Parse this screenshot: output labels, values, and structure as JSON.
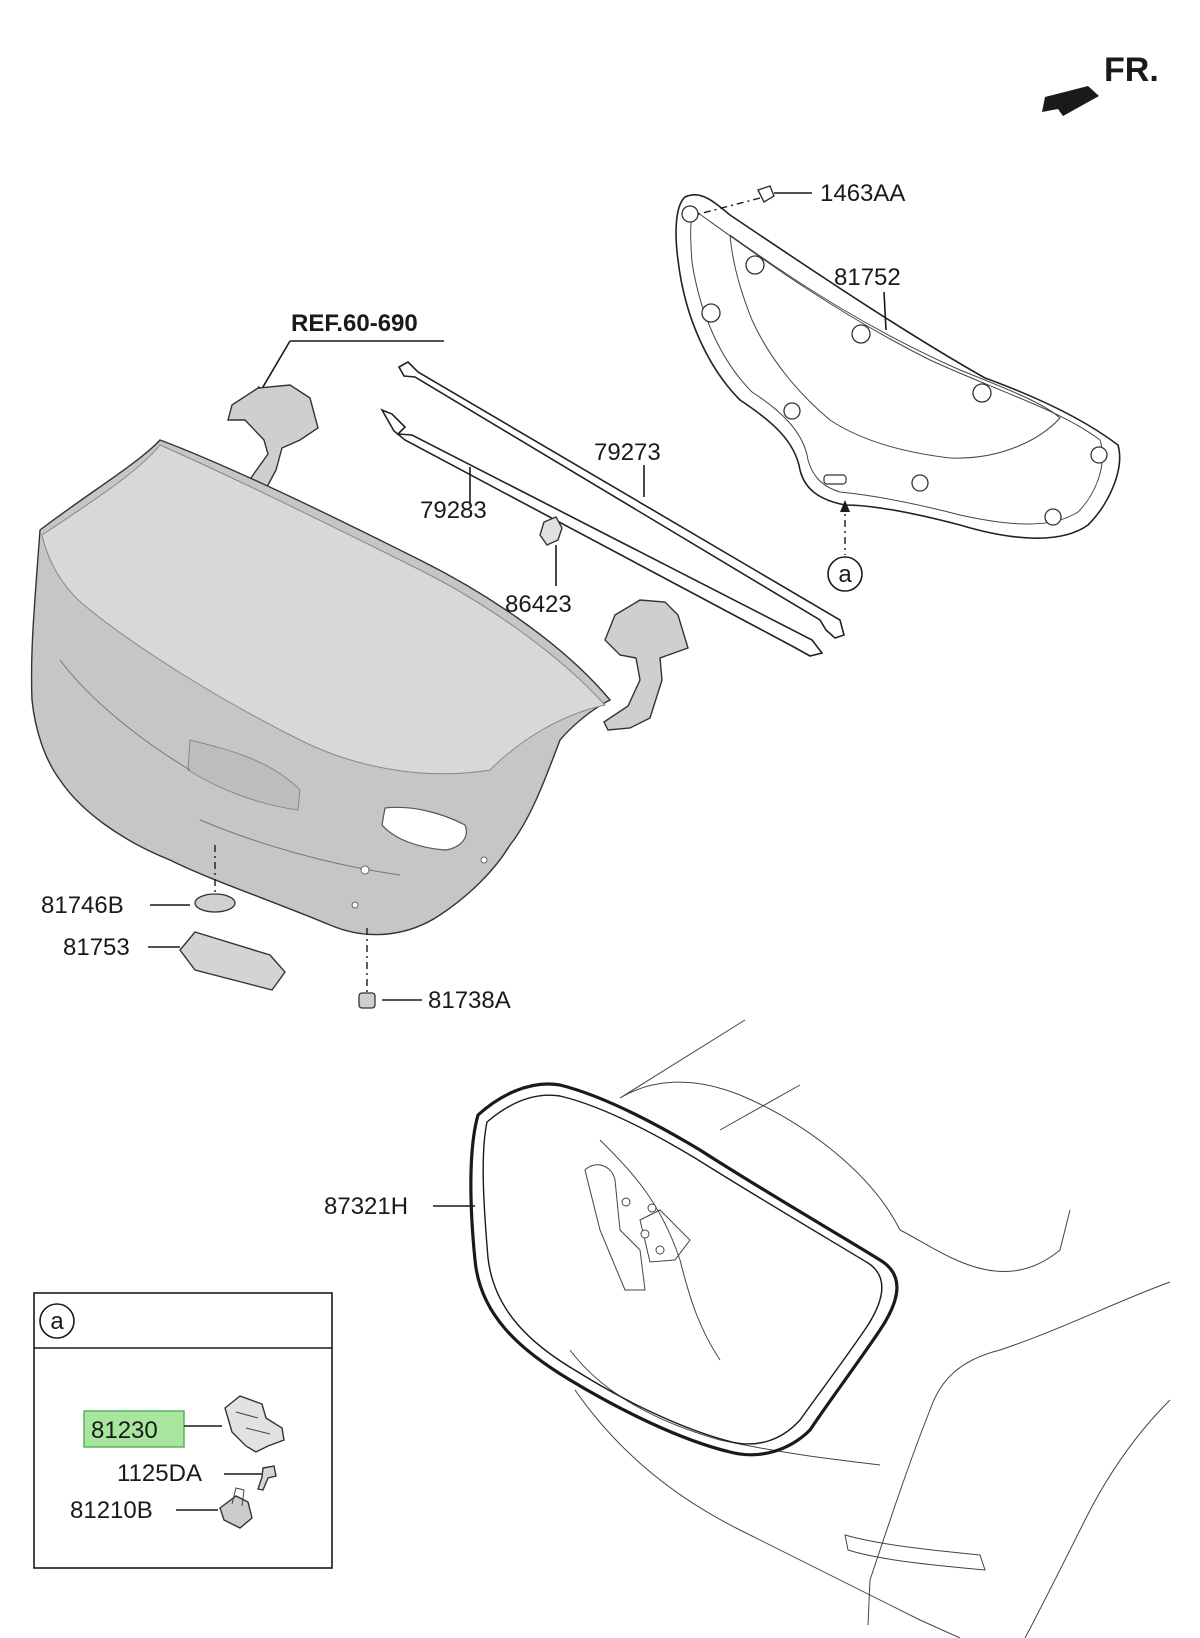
{
  "direction_indicator": {
    "label": "FR."
  },
  "reference": {
    "label": "REF.60-690"
  },
  "callouts": {
    "c_1463AA": "1463AA",
    "c_81752": "81752",
    "c_79273": "79273",
    "c_79283": "79283",
    "c_86423": "86423",
    "c_81746B": "81746B",
    "c_81753": "81753",
    "c_81738A": "81738A",
    "c_87321H": "87321H"
  },
  "detail_marker": {
    "label": "a"
  },
  "detail_box": {
    "header_label": "a",
    "parts": {
      "c_81230": "81230",
      "c_1125DA": "1125DA",
      "c_81210B": "81210B"
    },
    "highlight_color": "#a8e6a0"
  }
}
